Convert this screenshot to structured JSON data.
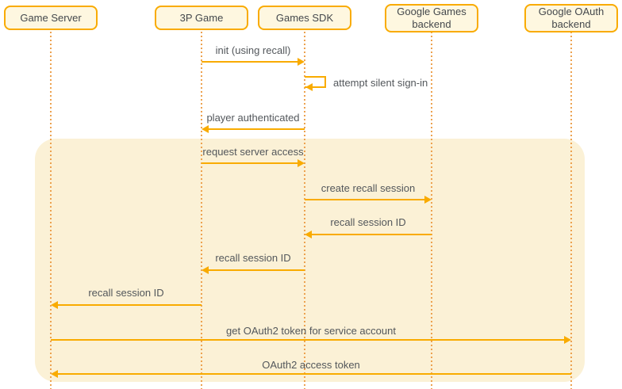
{
  "diagram_type": "sequence-diagram",
  "actors": [
    {
      "label": "Game Server"
    },
    {
      "label": "3P Game"
    },
    {
      "label": "Games SDK"
    },
    {
      "label": "Google Games backend"
    },
    {
      "label": "Google OAuth backend"
    }
  ],
  "messages": [
    {
      "label": "init (using recall)",
      "from": "3P Game",
      "to": "Games SDK",
      "direction": "right"
    },
    {
      "label": "attempt silent sign-in",
      "from": "Games SDK",
      "to": "Games SDK",
      "direction": "self"
    },
    {
      "label": "player authenticated",
      "from": "Games SDK",
      "to": "3P Game",
      "direction": "left"
    },
    {
      "label": "request server access",
      "from": "3P Game",
      "to": "Games SDK",
      "direction": "right"
    },
    {
      "label": "create recall session",
      "from": "Games SDK",
      "to": "Google Games backend",
      "direction": "right"
    },
    {
      "label": "recall session ID",
      "from": "Google Games backend",
      "to": "Games SDK",
      "direction": "left"
    },
    {
      "label": "recall session ID",
      "from": "Games SDK",
      "to": "3P Game",
      "direction": "left"
    },
    {
      "label": "recall session ID",
      "from": "3P Game",
      "to": "Game Server",
      "direction": "left"
    },
    {
      "label": "get OAuth2 token for service account",
      "from": "Game Server",
      "to": "Google OAuth backend",
      "direction": "right"
    },
    {
      "label": "OAuth2 access token",
      "from": "Google OAuth backend",
      "to": "Game Server",
      "direction": "left"
    }
  ],
  "colors": {
    "accent": "#F9AB00",
    "actor_fill": "#FEF7E0",
    "band_fill": "#FBF1D6",
    "lifeline": "#EDA24F",
    "text": "#53575B",
    "background": "#FFFFFF"
  }
}
